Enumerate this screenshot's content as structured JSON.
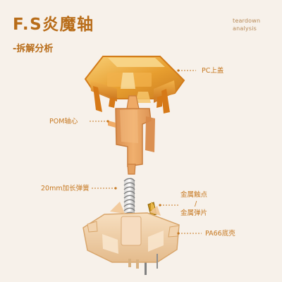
{
  "header": {
    "title": "F.S炎魔轴",
    "subtitle": "-拆解分析",
    "eyebrow": "teardown\nanalysis"
  },
  "labels": {
    "pc_cover": "PC上盖",
    "pom_stem": "POM轴心",
    "spring": "20mm加长弹簧",
    "contact_line1": "金属触点",
    "contact_line2": "/",
    "contact_line3": "金属弹片",
    "bottom_case": "PA66底壳"
  },
  "icons": {
    "pc_cover": "pc-cover-icon",
    "pom_stem": "pom-stem-icon",
    "spring": "spring-icon",
    "contact": "contact-leaf-icon",
    "bottom_case": "bottom-case-icon"
  },
  "colors": {
    "background": "#f7f1ea",
    "title": "#b86c18",
    "label": "#c67820",
    "amber": "#e9a63e",
    "stem": "#e7a55f",
    "case": "#f1d1aa"
  }
}
